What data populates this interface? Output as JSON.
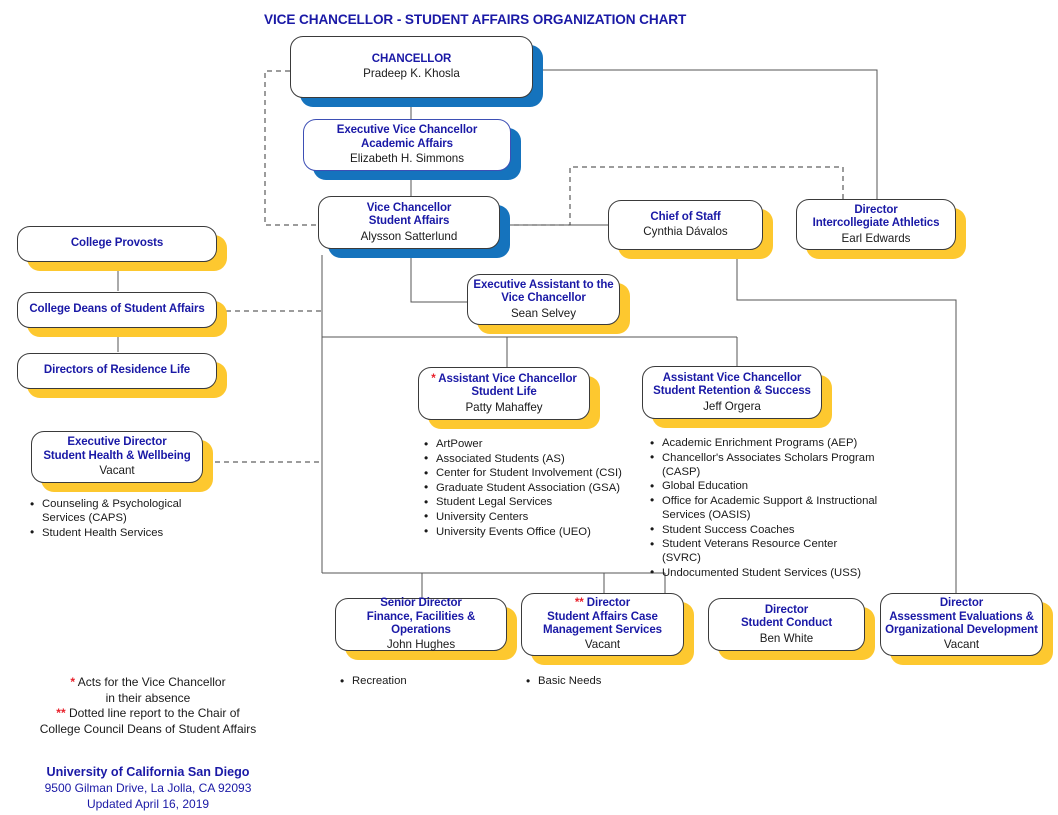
{
  "chart_title": "VICE CHANCELLOR - STUDENT AFFAIRS ORGANIZATION CHART",
  "colors": {
    "title_blue": "#1a19a6",
    "box_border": "#3a3a3a",
    "evc_border": "#3d4fb5",
    "shadow_gold": "#fdc82f",
    "shadow_blue": "#1573bd",
    "asterisk_red": "#e8212b",
    "body_text": "#1a1a1a",
    "background": "#ffffff"
  },
  "nodes": {
    "chancellor": {
      "title": "CHANCELLOR",
      "person": "Pradeep K. Khosla",
      "shadow": "blue"
    },
    "evc": {
      "title_line1": "Executive Vice Chancellor",
      "title_line2": "Academic Affairs",
      "person": "Elizabeth H. Simmons",
      "shadow": "blue"
    },
    "vc": {
      "title_line1": "Vice Chancellor",
      "title_line2": "Student Affairs",
      "person": "Alysson Satterlund",
      "shadow": "blue"
    },
    "chief_of_staff": {
      "title": "Chief of Staff",
      "person": "Cynthia Dávalos",
      "shadow": "gold"
    },
    "athletics": {
      "title_line1": "Director",
      "title_line2": "Intercollegiate Athletics",
      "person": "Earl Edwards",
      "shadow": "gold"
    },
    "college_provosts": {
      "title": "College Provosts",
      "person": "",
      "shadow": "gold"
    },
    "college_deans": {
      "title": "College Deans of Student Affairs",
      "person": "",
      "shadow": "gold"
    },
    "residence_life": {
      "title": "Directors of Residence Life",
      "person": "",
      "shadow": "gold"
    },
    "exec_assistant": {
      "title_line1": "Executive Assistant to the",
      "title_line2": "Vice Chancellor",
      "person": "Sean Selvey",
      "shadow": "gold"
    },
    "exec_director_health": {
      "title_line1": "Executive Director",
      "title_line2": "Student Health & Wellbeing",
      "person": "Vacant",
      "shadow": "gold"
    },
    "avc_student_life": {
      "marker": "*",
      "title_line1": "Assistant Vice Chancellor",
      "title_line2": "Student Life",
      "person": "Patty Mahaffey",
      "shadow": "gold"
    },
    "avc_retention": {
      "title_line1": "Assistant Vice Chancellor",
      "title_line2": "Student Retention & Success",
      "person": "Jeff Orgera",
      "shadow": "gold"
    },
    "senior_director_finance": {
      "title_line1": "Senior Director",
      "title_line2": "Finance, Facilities & Operations",
      "person": "John Hughes",
      "shadow": "gold"
    },
    "director_case_mgmt": {
      "marker": "**",
      "title_line1": "Director",
      "title_line2": "Student Affairs Case",
      "title_line3": "Management Services",
      "person": "Vacant",
      "shadow": "gold"
    },
    "director_conduct": {
      "title_line1": "Director",
      "title_line2": "Student Conduct",
      "person": "Ben White",
      "shadow": "gold"
    },
    "director_assessment": {
      "title_line1": "Director",
      "title_line2": "Assessment Evaluations &",
      "title_line3": "Organizational Development",
      "person": "Vacant",
      "shadow": "gold"
    }
  },
  "bullet_lists": {
    "health_wellbeing": [
      "Counseling & Psychological Services (CAPS)",
      "Student Health Services"
    ],
    "student_life": [
      "ArtPower",
      "Associated Students (AS)",
      "Center for Student Involvement (CSI)",
      "Graduate Student Association (GSA)",
      "Student Legal Services",
      "University Centers",
      "University Events Office (UEO)"
    ],
    "retention_success": [
      "Academic Enrichment Programs (AEP)",
      "Chancellor's Associates Scholars Program (CASP)",
      "Global Education",
      "Office for Academic Support & Instructional Services (OASIS)",
      "Student Success Coaches",
      "Student Veterans Resource Center (SVRC)",
      "Undocumented Student Services (USS)"
    ],
    "finance": [
      "Recreation"
    ],
    "case_management": [
      "Basic Needs"
    ]
  },
  "legend": {
    "single_star": "*",
    "single_star_line1": " Acts for the Vice Chancellor",
    "single_star_line2": "in their absence",
    "double_star": "**",
    "double_star_line1": " Dotted line report to the Chair of",
    "double_star_line2": "College Council Deans of Student Affairs"
  },
  "footer": {
    "organization": "University of California San Diego",
    "address": "9500 Gilman Drive, La Jolla, CA 92093",
    "updated": "Updated April 16, 2019"
  }
}
